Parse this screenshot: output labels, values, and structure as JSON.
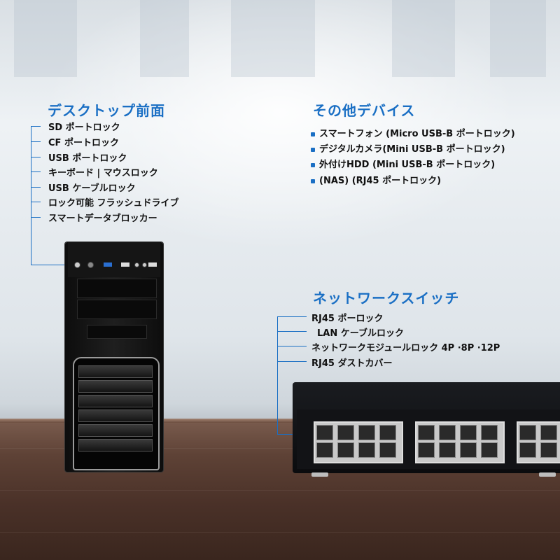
{
  "desktop": {
    "title": "デスクトップ前面",
    "items": [
      "SD ポートロック",
      "CF ポートロック",
      "USB ポートロック",
      "キーボード | マウスロック",
      "USB ケーブルロック",
      "ロック可能 フラッシュドライブ",
      "スマートデータブロッカー"
    ]
  },
  "other": {
    "title": "その他デバイス",
    "items": [
      "スマートフォン (Micro USB-B ポートロック)",
      "デジタルカメラ(Mini USB-B ポートロック)",
      "外付けHDD (Mini USB-B ポートロック)",
      "(NAS) (RJ45 ポートロック)"
    ]
  },
  "switch": {
    "title": "ネットワークスイッチ",
    "items": [
      "RJ45 ポーロック",
      "LAN ケーブルロック",
      "ネットワークモジュールロック 4P ·8P ·12P",
      "RJ45 ダストカバー"
    ]
  },
  "colors": {
    "accent": "#1a6fc4",
    "text": "#111111"
  }
}
